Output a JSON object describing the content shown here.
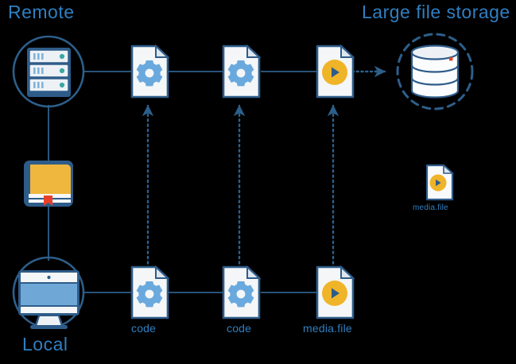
{
  "diagram": {
    "title": "git-lfs workflow diagram",
    "background": "#000000",
    "colors": {
      "line_blue": "#2d5f8b",
      "outline_blue": "#2e5c8a",
      "text_blue": "#2f7fc1",
      "gear_blue": "#6aa9dd",
      "media_yellow": "#f0b429",
      "book_yellow": "#efb73e",
      "screen_blue": "#6fa8d6",
      "paper_white": "#f4f6f8",
      "accent_teal": "#3aa8a0",
      "accent_red": "#e8402a"
    },
    "zones": [
      {
        "id": "remote",
        "label": "Remote"
      },
      {
        "id": "large-file-storage",
        "label": "Large file storage"
      },
      {
        "id": "local",
        "label": "Local"
      }
    ],
    "nodes": [
      {
        "id": "server",
        "icon": "server-icon",
        "label": "",
        "zone": "remote"
      },
      {
        "id": "repository-book",
        "icon": "book-icon",
        "label": ""
      },
      {
        "id": "workstation",
        "icon": "desktop-monitor-icon",
        "label": "",
        "zone": "local"
      },
      {
        "id": "database",
        "icon": "database-icon",
        "label": "",
        "zone": "large-file-storage"
      },
      {
        "id": "remote-code-1",
        "icon": "gear-file-icon",
        "label": ""
      },
      {
        "id": "remote-code-2",
        "icon": "gear-file-icon",
        "label": ""
      },
      {
        "id": "remote-media",
        "icon": "media-file-icon",
        "label": ""
      },
      {
        "id": "local-code-1",
        "icon": "gear-file-icon",
        "label": "code"
      },
      {
        "id": "local-code-2",
        "icon": "gear-file-icon",
        "label": "code"
      },
      {
        "id": "local-media",
        "icon": "media-file-icon",
        "label": "media.file"
      },
      {
        "id": "stored-media",
        "icon": "media-file-icon",
        "label": "media.file"
      }
    ],
    "connectors": [
      {
        "from": "server",
        "to": "remote-code-1",
        "style": "solid"
      },
      {
        "from": "remote-code-1",
        "to": "remote-code-2",
        "style": "solid"
      },
      {
        "from": "remote-code-2",
        "to": "remote-media",
        "style": "solid"
      },
      {
        "from": "remote-media",
        "to": "database",
        "style": "dotted-arrow"
      },
      {
        "from": "server",
        "to": "repository-book",
        "style": "solid"
      },
      {
        "from": "repository-book",
        "to": "workstation",
        "style": "solid"
      },
      {
        "from": "workstation",
        "to": "local-code-1",
        "style": "solid"
      },
      {
        "from": "local-code-1",
        "to": "local-code-2",
        "style": "solid"
      },
      {
        "from": "local-code-2",
        "to": "local-media",
        "style": "solid"
      },
      {
        "from": "local-code-1",
        "to": "remote-code-1",
        "style": "dotted-arrow-up"
      },
      {
        "from": "local-code-2",
        "to": "remote-code-2",
        "style": "dotted-arrow-up"
      },
      {
        "from": "local-media",
        "to": "remote-media",
        "style": "dotted-arrow-up"
      }
    ]
  }
}
